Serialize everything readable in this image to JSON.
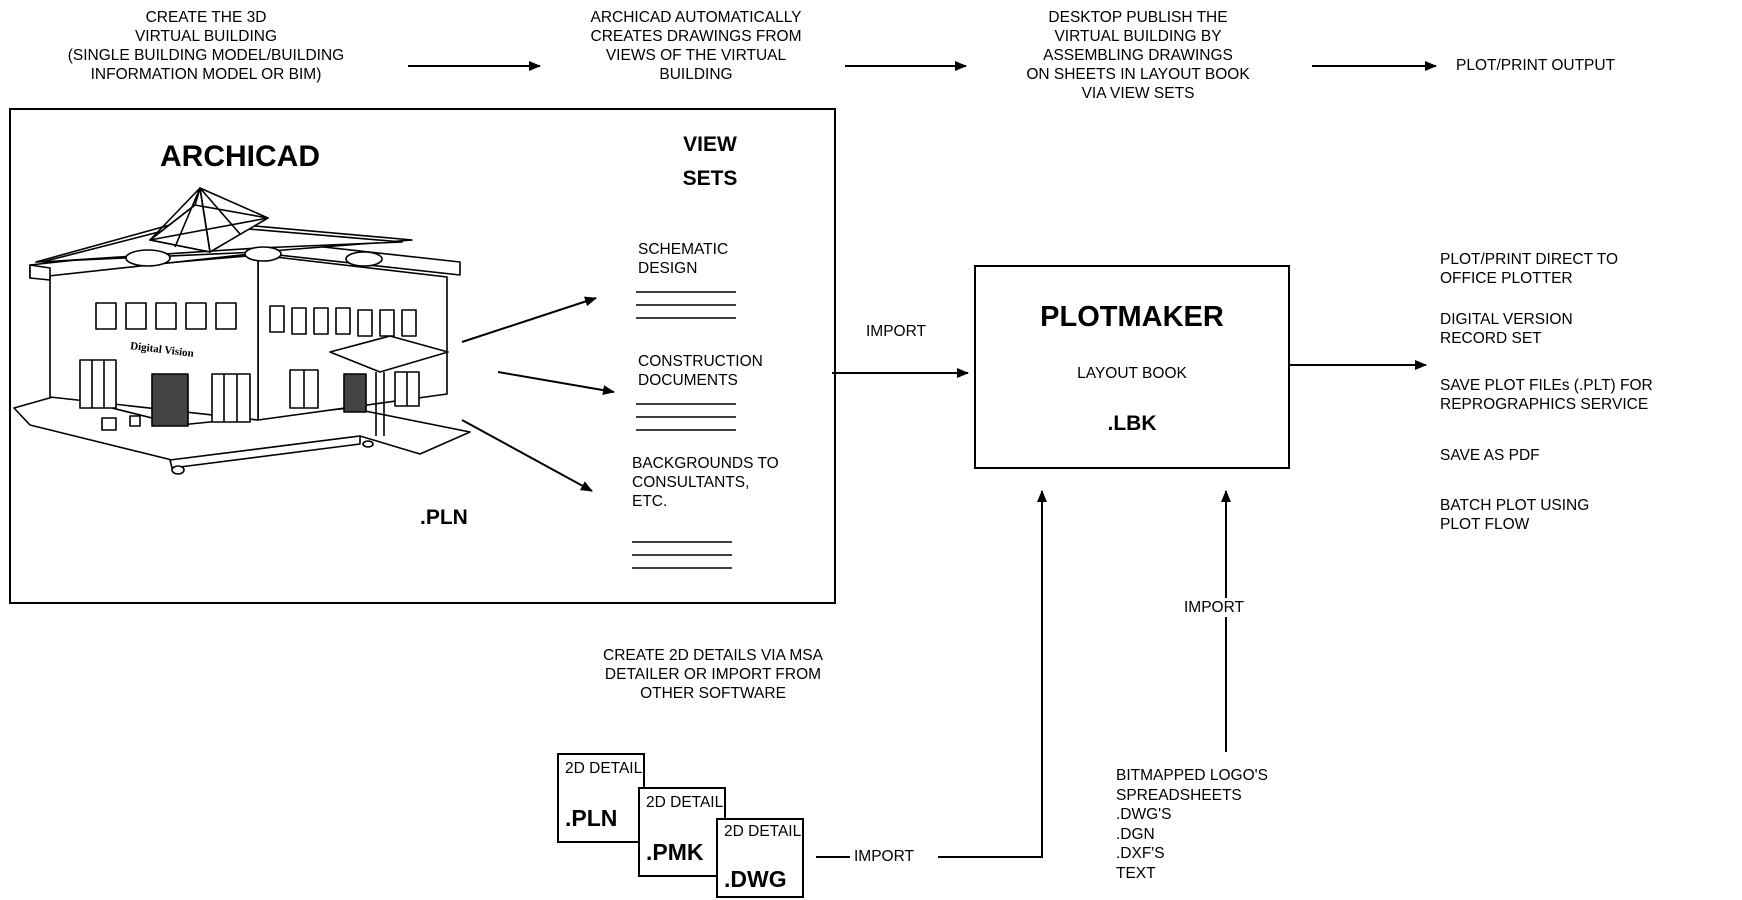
{
  "top_flow": {
    "step1": "CREATE THE 3D\nVIRTUAL BUILDING\n(SINGLE BUILDING MODEL/BUILDING\nINFORMATION MODEL OR BIM)",
    "step2": "ARCHICAD AUTOMATICALLY\nCREATES DRAWINGS FROM\nVIEWS OF THE VIRTUAL\nBUILDING",
    "step3": "DESKTOP PUBLISH THE\nVIRTUAL BUILDING BY\nASSEMBLING DRAWINGS\nON SHEETS IN LAYOUT BOOK\nVIA VIEW SETS",
    "step4": "PLOT/PRINT OUTPUT"
  },
  "archicad": {
    "title": "ARCHICAD",
    "building_sign": "Digital Vision",
    "file_ext": ".PLN",
    "view_sets_title": "VIEW\nSETS",
    "view_sets": [
      "SCHEMATIC\nDESIGN",
      "CONSTRUCTION\nDOCUMENTS",
      "BACKGROUNDS TO\nCONSULTANTS,\nETC."
    ]
  },
  "plotmaker": {
    "title": "PLOTMAKER",
    "subtitle": "LAYOUT BOOK",
    "file_ext": ".LBK"
  },
  "import_labels": {
    "from_archicad": "IMPORT",
    "from_other": "IMPORT",
    "from_details": "IMPORT"
  },
  "outputs": [
    "PLOT/PRINT DIRECT TO\nOFFICE PLOTTER",
    "DIGITAL VERSION\nRECORD SET",
    "SAVE PLOT FILEs (.PLT) FOR\nREPROGRAPHICS SERVICE",
    "SAVE AS PDF",
    "BATCH PLOT USING\nPLOT FLOW"
  ],
  "details": {
    "caption": "CREATE 2D DETAILS VIA MSA\nDETAILER OR IMPORT FROM\nOTHER SOFTWARE",
    "cards": [
      {
        "label": "2D\nDETAIL",
        "ext": ".PLN"
      },
      {
        "label": "2D\nDETAIL",
        "ext": ".PMK"
      },
      {
        "label": "2D\nDETAIL",
        "ext": ".DWG"
      }
    ]
  },
  "other_sources": "BITMAPPED LOGO'S\nSPREADSHEETS\n.DWG'S\n.DGN\n.DXF'S\nTEXT"
}
